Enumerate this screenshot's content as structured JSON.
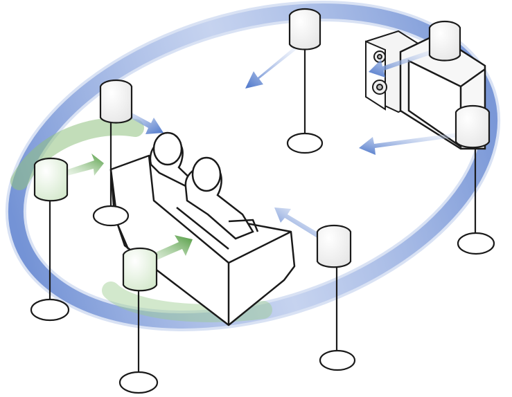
{
  "diagram": {
    "type": "surround-sound speaker layout",
    "speaker_count": 7,
    "speakers": [
      {
        "name": "front-center",
        "arrow": "sound-wave"
      },
      {
        "name": "front-left",
        "arrow": "sound-wave"
      },
      {
        "name": "front-right-upper",
        "arrow": "sound-wave"
      },
      {
        "name": "front-right",
        "arrow": "sound-wave"
      },
      {
        "name": "side-left",
        "arrow": "surround-green"
      },
      {
        "name": "rear-left",
        "arrow": "surround-green"
      },
      {
        "name": "rear-right",
        "arrow": "sound-wave"
      }
    ],
    "listeners": 2,
    "colors": {
      "background": "#ffffff",
      "ring_blue": "#8ba6dc",
      "arrow_blue": "#5b82cf",
      "ring_green": "#6fa85a",
      "outline": "#1a1a1a"
    },
    "icons": [
      "speaker-icon",
      "sofa-icon",
      "person-icon",
      "television-icon",
      "subwoofer-icon",
      "arrow-icon"
    ]
  }
}
